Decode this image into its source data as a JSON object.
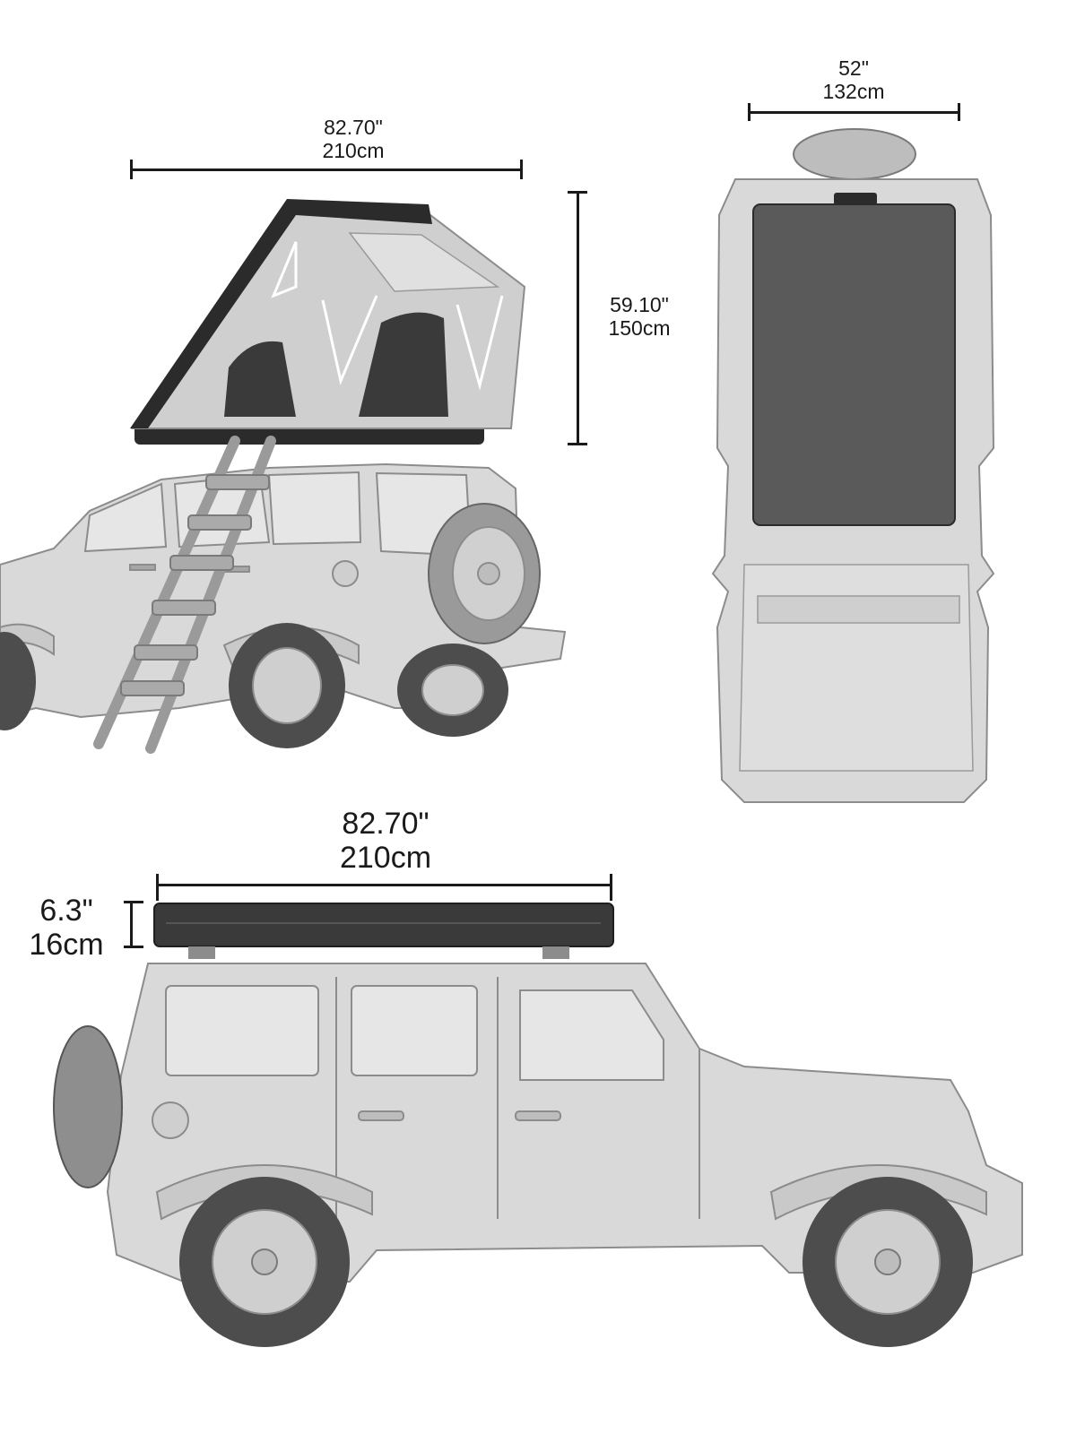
{
  "dimensions": {
    "open_length": {
      "inch": "82.70\"",
      "cm": "210cm"
    },
    "open_height": {
      "inch": "59.10\"",
      "cm": "150cm"
    },
    "width": {
      "inch": "52\"",
      "cm": "132cm"
    },
    "closed_length": {
      "inch": "82.70\"",
      "cm": "210cm"
    },
    "closed_height": {
      "inch": "6.3\"",
      "cm": "16cm"
    }
  },
  "colors": {
    "line": "#1a1a1a",
    "vehicle_fill": "#d9d9d9",
    "vehicle_stroke": "#8c8c8c",
    "tent_shell": "#2b2b2b",
    "tent_fabric": "#cfcfcf",
    "panel_dark": "#5a5a5a",
    "tire": "#4d4d4d"
  }
}
